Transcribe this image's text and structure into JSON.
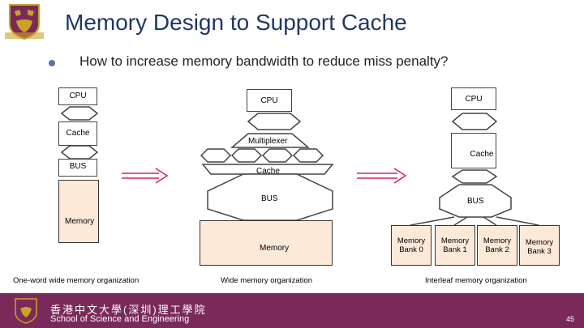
{
  "slide": {
    "title": "Memory Design to Support Cache",
    "bullet": "How to increase memory bandwidth to reduce miss penalty?",
    "accent_color": "#1f3864",
    "memory_fill_color": "#fce9d8",
    "arrow_color": "#d1245a"
  },
  "left": {
    "cpu": "CPU",
    "cache": "Cache",
    "bus": "BUS",
    "memory": "Memory",
    "caption": "One-word wide memory organization"
  },
  "middle": {
    "cpu": "CPU",
    "multiplexer": "Multiplexer",
    "cache": "Cache",
    "bus": "BUS",
    "memory": "Memory",
    "caption": "Wide memory organization"
  },
  "right": {
    "cpu": "CPU",
    "cache": "Cache",
    "bus": "BUS",
    "banks": [
      {
        "line1": "Memory",
        "line2": "Bank 0"
      },
      {
        "line1": "Memory",
        "line2": "Bank 1"
      },
      {
        "line1": "Memory",
        "line2": "Bank 2"
      },
      {
        "line1": "Memory",
        "line2": "Bank 3"
      }
    ],
    "caption": "Interleaf memory organization"
  },
  "footer": {
    "chinese_name": "香港中文大學(深圳)理工學院",
    "english_name": "School of Science and Engineering",
    "page_number": "45"
  }
}
